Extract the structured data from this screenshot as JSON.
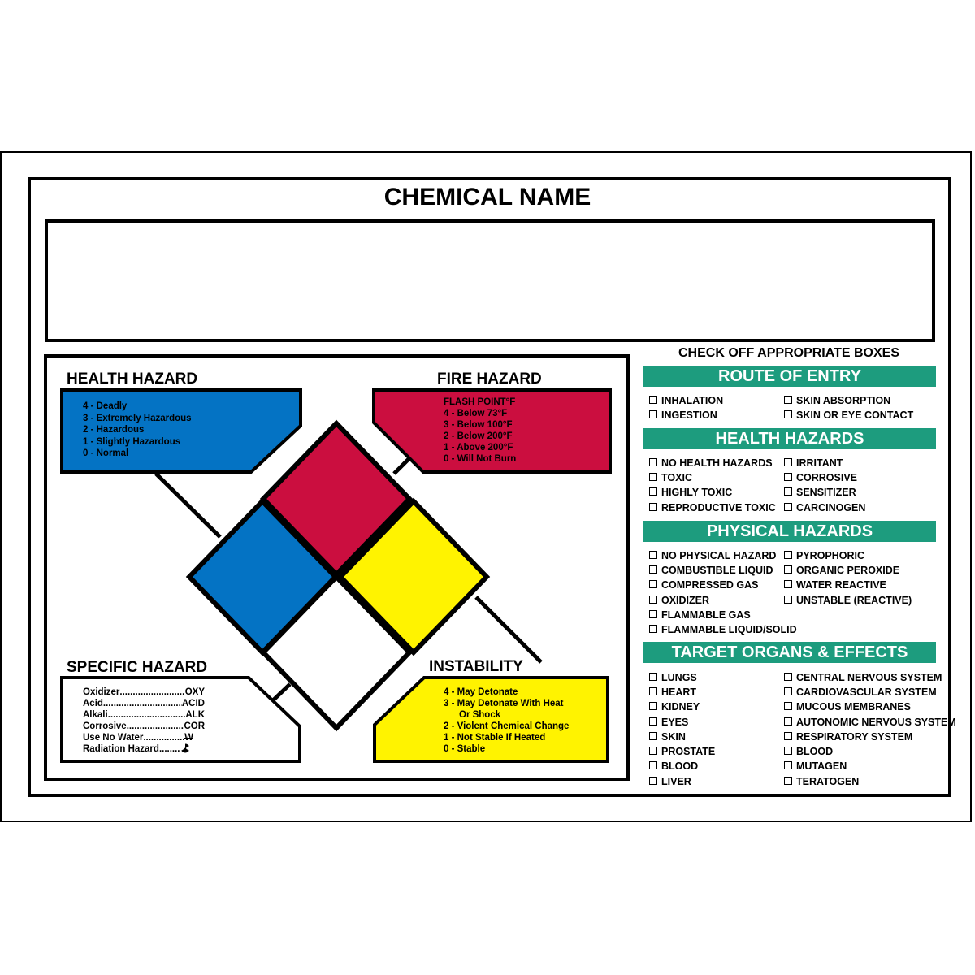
{
  "title": "CHEMICAL NAME",
  "instructions": "CHECK OFF APPROPRIATE BOXES",
  "colors": {
    "health": "#0473c4",
    "fire": "#cb0e3f",
    "instability": "#fff300",
    "specific": "#ffffff",
    "section_bar": "#1d9c7e"
  },
  "health_hazard": {
    "heading": "HEALTH HAZARD",
    "levels": [
      "4 - Deadly",
      "3 - Extremely Hazardous",
      "2 - Hazardous",
      "1 - Slightly Hazardous",
      "0 - Normal"
    ]
  },
  "fire_hazard": {
    "heading": "FIRE HAZARD",
    "subheading": "FLASH POINT°F",
    "levels": [
      "4 - Below 73°F",
      "3 - Below 100°F",
      "2 - Below 200°F",
      "1 - Above 200°F",
      "0 - Will Not Burn"
    ]
  },
  "specific_hazard": {
    "heading": "SPECIFIC HAZARD",
    "items": [
      {
        "label": "Oxidizer",
        "code": "OXY"
      },
      {
        "label": "Acid",
        "code": "ACID"
      },
      {
        "label": "Alkali",
        "code": "ALK"
      },
      {
        "label": "Corrosive",
        "code": "COR"
      },
      {
        "label": "Use No Water",
        "code": "W",
        "icon": "no-water-icon"
      },
      {
        "label": "Radiation Hazard",
        "code": "",
        "icon": "radiation-icon"
      }
    ]
  },
  "instability": {
    "heading": "INSTABILITY",
    "levels": [
      "4 - May Detonate",
      "3 - May Detonate With Heat",
      "Or Shock",
      "2 - Violent Chemical Change",
      "1 - Not Stable If Heated",
      "0 - Stable"
    ]
  },
  "sections": [
    {
      "title": "ROUTE OF ENTRY",
      "left": [
        "INHALATION",
        "INGESTION"
      ],
      "right": [
        "SKIN ABSORPTION",
        "SKIN OR EYE CONTACT"
      ]
    },
    {
      "title": "HEALTH HAZARDS",
      "left": [
        "NO HEALTH HAZARDS",
        "TOXIC",
        "HIGHLY TOXIC",
        "REPRODUCTIVE TOXIC"
      ],
      "right": [
        "IRRITANT",
        "CORROSIVE",
        "SENSITIZER",
        "CARCINOGEN"
      ]
    },
    {
      "title": "PHYSICAL HAZARDS",
      "left": [
        "NO PHYSICAL HAZARD",
        "COMBUSTIBLE LIQUID",
        "COMPRESSED GAS",
        "OXIDIZER",
        "FLAMMABLE GAS",
        "FLAMMABLE LIQUID/SOLID"
      ],
      "right": [
        "PYROPHORIC",
        "ORGANIC PEROXIDE",
        "WATER REACTIVE",
        "UNSTABLE (REACTIVE)"
      ]
    },
    {
      "title": "TARGET ORGANS & EFFECTS",
      "left": [
        "LUNGS",
        "HEART",
        "KIDNEY",
        "EYES",
        "SKIN",
        "PROSTATE",
        "BLOOD",
        "LIVER"
      ],
      "right": [
        "CENTRAL NERVOUS SYSTEM",
        "CARDIOVASCULAR SYSTEM",
        "MUCOUS MEMBRANES",
        "AUTONOMIC NERVOUS SYSTEM",
        "RESPIRATORY SYSTEM",
        "BLOOD",
        "MUTAGEN",
        "TERATOGEN"
      ]
    }
  ]
}
